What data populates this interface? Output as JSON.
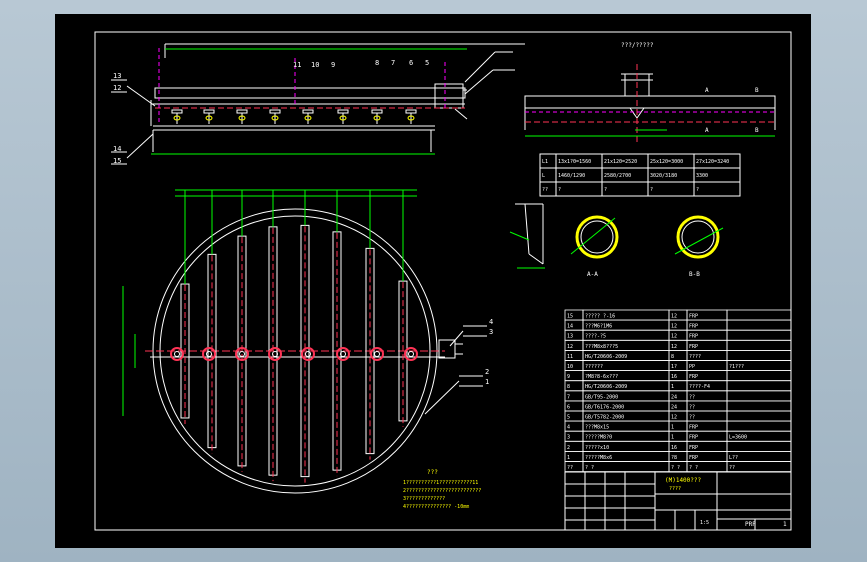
{
  "drawing": {
    "background": "#000000",
    "line_color": "#ffffff",
    "dim_color": "#00ff00",
    "center_color": "#ff3355",
    "accent_color": "#ffff00",
    "hidden_color": "#ff00ff"
  },
  "top_view_callouts": [
    "13",
    "12",
    "14",
    "15",
    "11",
    "10",
    "9",
    "8",
    "7",
    "6",
    "5"
  ],
  "plan_callouts": [
    "4",
    "3",
    "2",
    "1"
  ],
  "size_table": {
    "rows": [
      [
        "L1",
        "13x1?0=1560",
        "21x120=2520",
        "25x120=3000",
        "27x120=3240"
      ],
      [
        "L",
        "1460/1290",
        "2580/2700",
        "3020/3180",
        "3300"
      ],
      [
        "??",
        "?",
        "?",
        "?",
        "?"
      ]
    ]
  },
  "section_labels": [
    "A-A",
    "B-B"
  ],
  "section_ab_marks": [
    "A",
    "B",
    "A",
    "B"
  ],
  "side_note": "???/?????",
  "parts_list": {
    "rows": [
      [
        "15",
        "????? ?-16",
        "12",
        "FRP",
        ""
      ],
      [
        "14",
        "???M6?1M6",
        "12",
        "FRP",
        ""
      ],
      [
        "13",
        "????-?5",
        "12",
        "FRP",
        ""
      ],
      [
        "12",
        "???M8x8???5",
        "12",
        "FRP",
        ""
      ],
      [
        "11",
        "HG/T20606-2009",
        "8",
        "????",
        ""
      ],
      [
        "10",
        "??????",
        "1?",
        "PP",
        "?1???"
      ],
      [
        "9",
        "?M8?8-6x???",
        "16",
        "FRP",
        ""
      ],
      [
        "8",
        "HG/T20606-2009",
        "1",
        "????-F4",
        ""
      ],
      [
        "7",
        "GB/T95-2000",
        "24",
        "??",
        ""
      ],
      [
        "6",
        "GB/T6176-2000",
        "24",
        "??",
        ""
      ],
      [
        "5",
        "GB/T5782-2000",
        "12",
        "??",
        ""
      ],
      [
        "4",
        "???M8x15",
        "1",
        "FRP",
        ""
      ],
      [
        "3",
        "?????M8?0",
        "1",
        "FRP",
        "L=3600"
      ],
      [
        "2",
        "?????x10",
        "16",
        "FRP",
        ""
      ],
      [
        "1",
        "?????M8x6",
        "?8",
        "FRP",
        "L??"
      ]
    ],
    "header": [
      "??",
      "? ?",
      "? ?",
      "? ?",
      "??"
    ]
  },
  "title_block": {
    "name": "(M)1400???",
    "sub": "????",
    "scale_label": "1:5",
    "mark": "PRP",
    "sheet": "1"
  },
  "notes": {
    "heading": "???",
    "lines": [
      "1??????????1???????????11",
      "2?????????????????????????",
      "3?????????????",
      "4??????????????? -10mm"
    ]
  }
}
